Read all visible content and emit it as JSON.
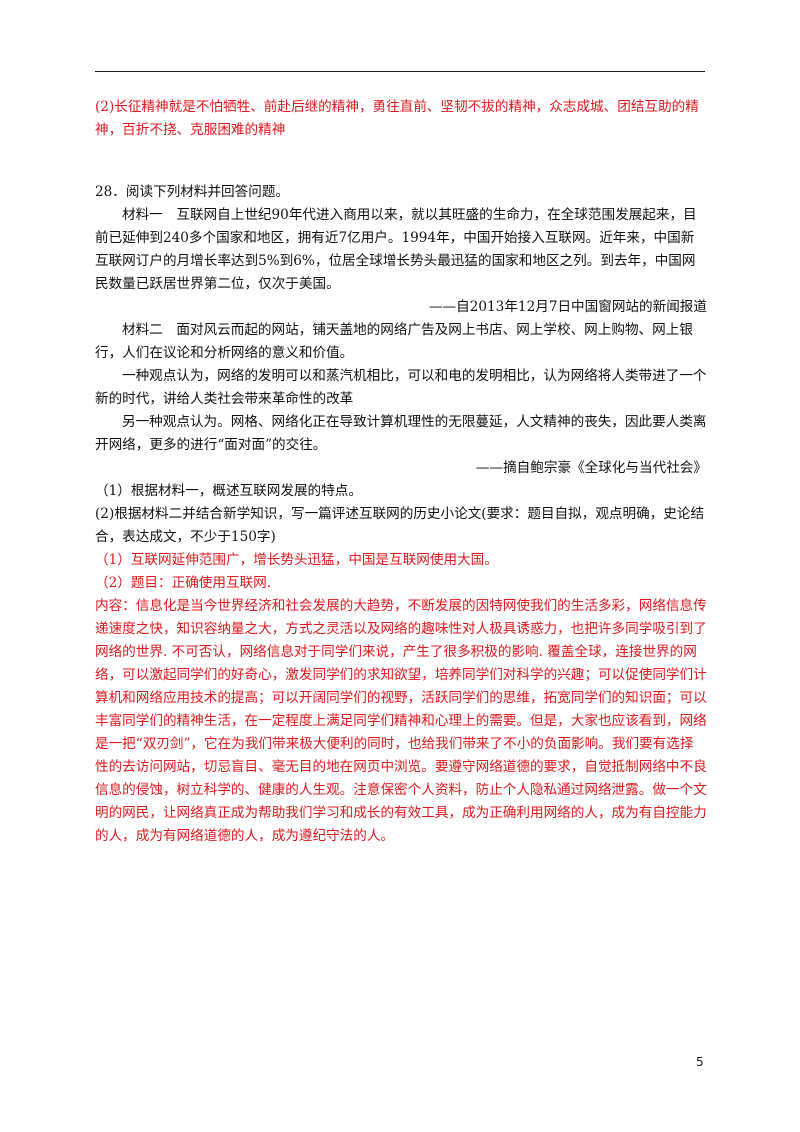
{
  "prev_answer": "(2)长征精神就是不怕牺牲、前赴后继的精神，勇往直前、坚韧不拔的精神，众志成城、团结互助的精神，百折不挠、克服困难的精神",
  "q28": {
    "stem": "28．阅读下列材料并回答问题。",
    "material1": "材料一　互联网自上世纪90年代进入商用以来，就以其旺盛的生命力，在全球范围发展起来，目前已延伸到240多个国家和地区，拥有近7亿用户。1994年，中国开始接入互联网。近年来，中国新互联网订户的月增长率达到5%到6%，位居全球增长势头最迅猛的国家和地区之列。到去年，中国网民数量已跃居世界第二位，仅次于美国。",
    "source1": "——自2013年12月7日中国窗网站的新闻报道",
    "material2": "材料二　面对风云而起的网站，铺天盖地的网络广告及网上书店、网上学校、网上购物、网上银行，人们在议论和分析网络的意义和价值。",
    "view1": "一种观点认为，网络的发明可以和蒸汽机相比，可以和电的发明相比，认为网络将人类带进了一个新的时代，讲给人类社会带来革命性的改革",
    "view2": "另一种观点认为。网格、网络化正在导致计算机理性的无限蔓延，人文精神的丧失，因此要人类离开网络，更多的进行“面对面”的交往。",
    "source2": "——摘自鲍宗豪《全球化与当代社会》",
    "q1": "（1）根据材料一，概述互联网发展的特点。",
    "q2": "(2)根据材料二并结合新学知识，写一篇评述互联网的历史小论文(要求：题目自拟，观点明确，史论结合，表达成文，不少于150字)",
    "a1": "（1）互联网延伸范围广，增长势头迅猛，中国是互联网使用大国。",
    "a2_title": "（2）题目：正确使用互联网.",
    "a2_content": "内容：信息化是当今世界经济和社会发展的大趋势，不断发展的因特网使我们的生活多彩，网络信息传递速度之快，知识容纳量之大，方式之灵活以及网络的趣味性对人极具诱惑力，也把许多同学吸引到了网络的世界. 不可否认，网络信息对于同学们来说，产生了很多积极的影响. 覆盖全球，连接世界的网络，可以激起同学们的好奇心，激发同学们的求知欲望，培养同学们对科学的兴趣；可以促使同学们计算机和网络应用技术的提高；可以开阔同学们的视野，活跃同学们的思维，拓宽同学们的知识面；可以丰富同学们的精神生活，在一定程度上满足同学们精神和心理上的需要。但是，大家也应该看到，网络是一把“双刃剑”，它在为我们带来极大便利的同时，也给我们带来了不小的负面影响。我们要有选择性的去访问网站，切忌盲目、毫无目的地在网页中浏览。要遵守网络道德的要求，自觉抵制网络中不良信息的侵蚀，树立科学的、健康的人生观。注意保密个人资料，防止个人隐私通过网络泄露。做一个文明的网民，让网络真正成为帮助我们学习和成长的有效工具，成为正确利用网络的人，成为有自控能力的人，成为有网络道德的人，成为遵纪守法的人。"
  },
  "page_number": "5"
}
